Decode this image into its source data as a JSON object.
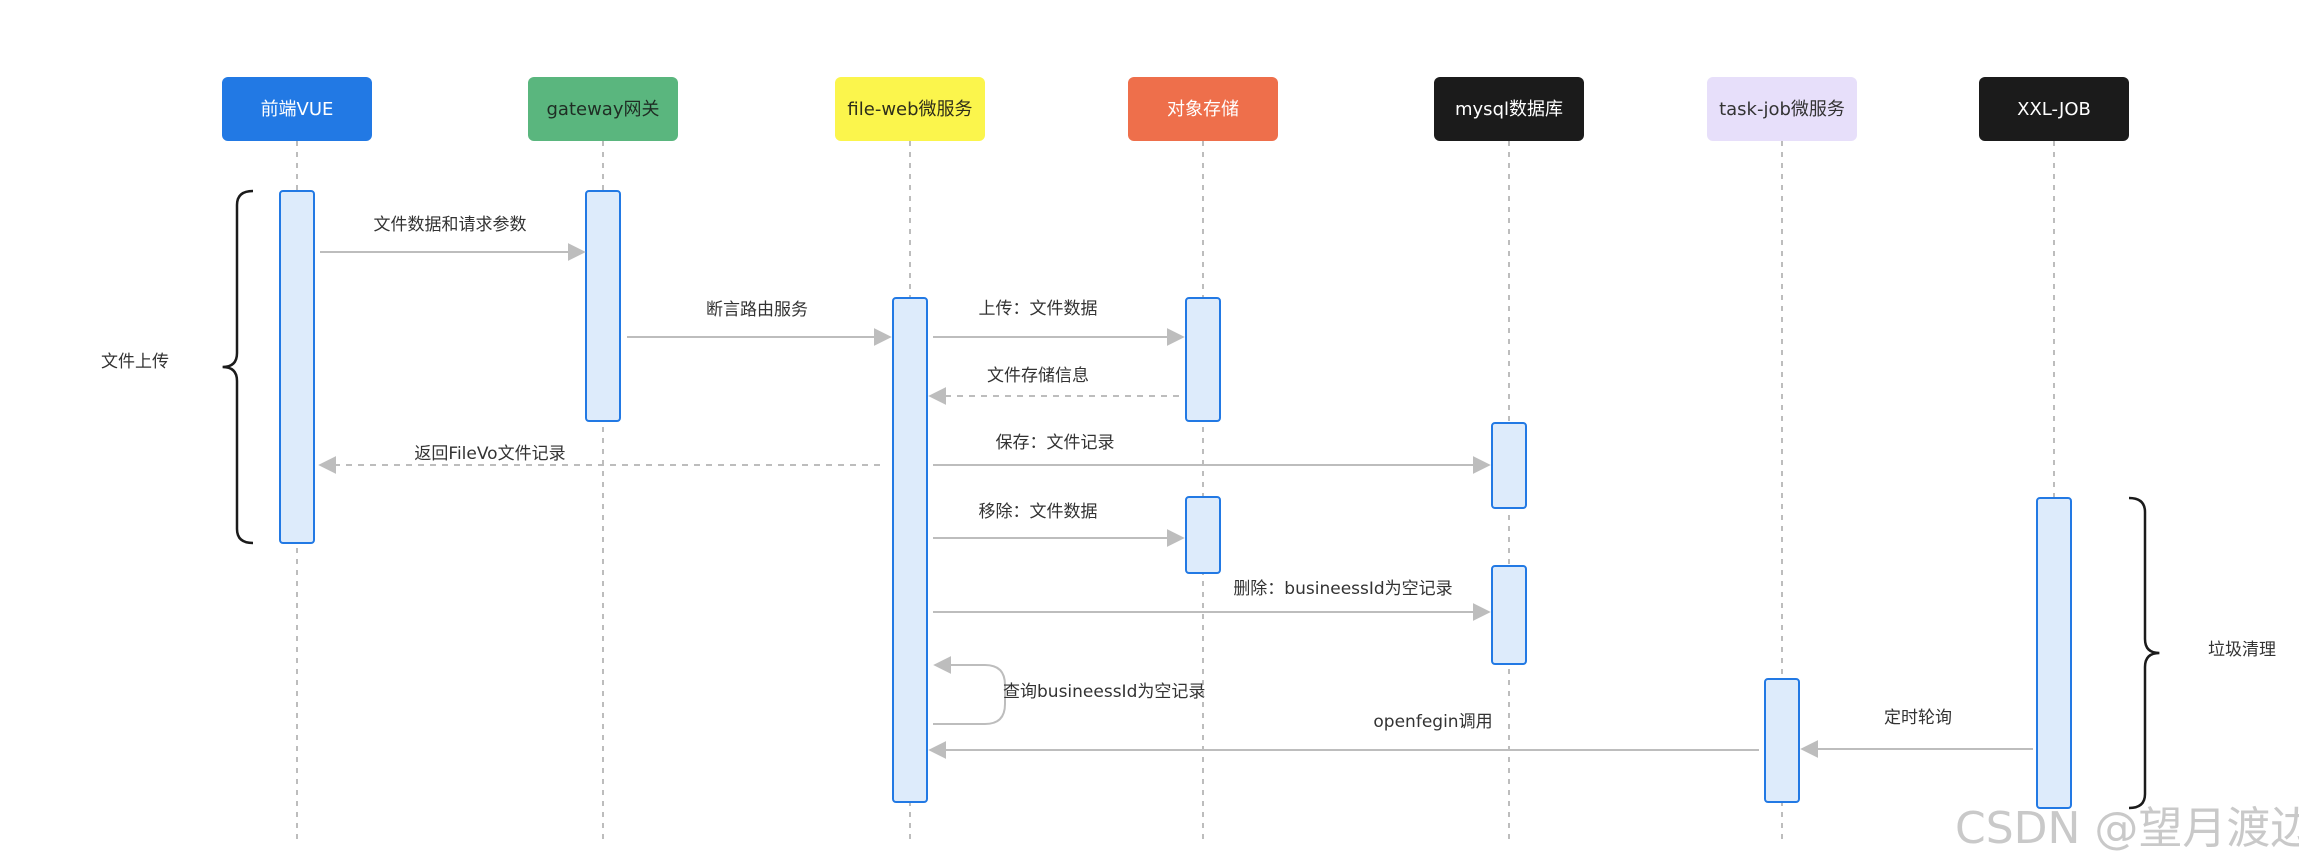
{
  "actors": [
    {
      "id": "frontend",
      "label": "前端VUE",
      "bg": "#2279E4",
      "fg": "#FFFFFF"
    },
    {
      "id": "gateway",
      "label": "gateway网关",
      "bg": "#5AB67E",
      "fg": "#1F2D24"
    },
    {
      "id": "fileweb",
      "label": "file-web微服务",
      "bg": "#FBF54C",
      "fg": "#2E2E1A"
    },
    {
      "id": "oss",
      "label": "对象存储",
      "bg": "#EE6F4B",
      "fg": "#FFFFFF"
    },
    {
      "id": "mysql",
      "label": "mysql数据库",
      "bg": "#1B1B1B",
      "fg": "#FFFFFF"
    },
    {
      "id": "taskjob",
      "label": "task-job微服务",
      "bg": "#E7DFFA",
      "fg": "#333333"
    },
    {
      "id": "xxljob",
      "label": "XXL-JOB",
      "bg": "#1B1B1B",
      "fg": "#FFFFFF"
    }
  ],
  "messages": [
    {
      "from": "frontend",
      "to": "gateway",
      "label": "文件数据和请求参数",
      "style": "solid",
      "color": "#333333"
    },
    {
      "from": "gateway",
      "to": "fileweb",
      "label": "断言路由服务",
      "style": "solid",
      "color": "#EE6F4B"
    },
    {
      "from": "fileweb",
      "to": "oss",
      "label": "上传：文件数据",
      "style": "solid",
      "color": "#333333"
    },
    {
      "from": "oss",
      "to": "fileweb",
      "label": "文件存储信息",
      "style": "dashed",
      "color": "#333333"
    },
    {
      "from": "fileweb",
      "to": "frontend",
      "label": "返回FileVo文件记录",
      "style": "dashed",
      "color": "#333333"
    },
    {
      "from": "fileweb",
      "to": "mysql",
      "label": "保存：文件记录",
      "style": "solid",
      "color": "#333333"
    },
    {
      "from": "fileweb",
      "to": "oss",
      "label": "移除：文件数据",
      "style": "solid",
      "color": "#333333"
    },
    {
      "from": "fileweb",
      "to": "mysql",
      "label": "删除：busineessId为空记录",
      "style": "solid",
      "color": "#333333"
    },
    {
      "from": "fileweb",
      "to": "fileweb",
      "label": "查询busineessId为空记录",
      "style": "self",
      "color": "#333333"
    },
    {
      "from": "xxljob",
      "to": "taskjob",
      "label": "定时轮询",
      "style": "solid",
      "color": "#333333"
    },
    {
      "from": "taskjob",
      "to": "fileweb",
      "label": "openfegin调用",
      "style": "solid",
      "color": "#333333"
    }
  ],
  "groups": [
    {
      "label": "文件上传",
      "side": "left"
    },
    {
      "label": "垃圾清理",
      "side": "right"
    }
  ],
  "watermark": "CSDN @望月渡边",
  "colors": {
    "lifeline": "#BDBDBD",
    "activation_fill": "#DDEBFB",
    "activation_stroke": "#2279E4",
    "arrow": "#BDBDBD"
  }
}
